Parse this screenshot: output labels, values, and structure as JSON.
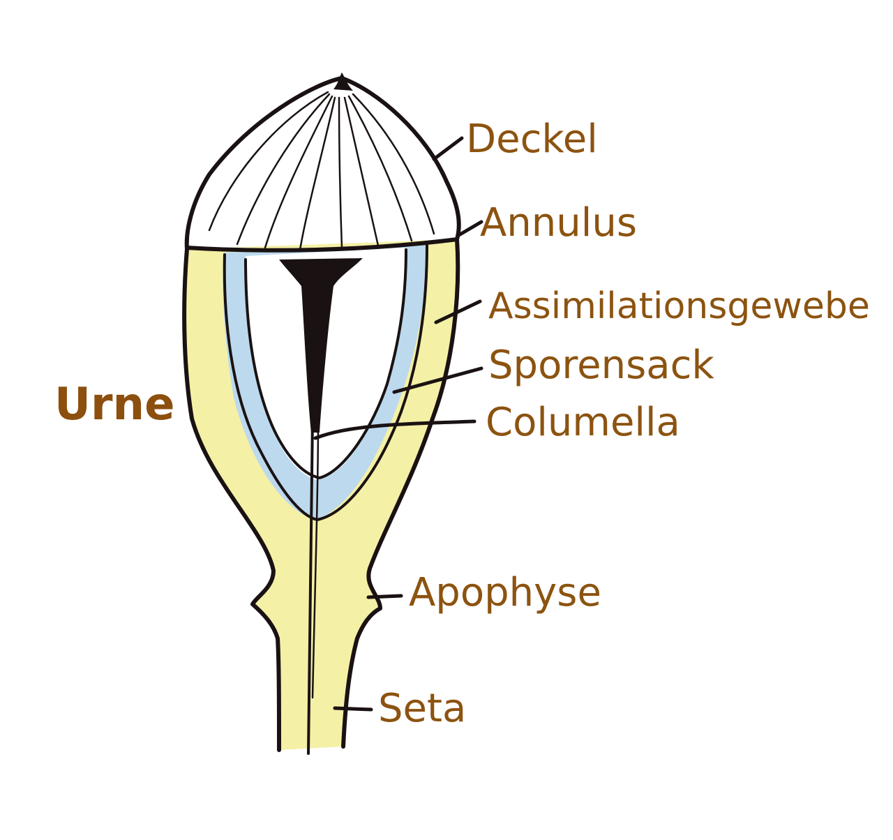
{
  "title": "Urne",
  "labels": {
    "deckel": "Deckel",
    "annulus": "Annulus",
    "assimilationsgewebe": "Assimilationsgewebe",
    "sporensack": "Sporensack",
    "columella": "Columella",
    "apophyse": "Apophyse",
    "seta": "Seta"
  },
  "colors": {
    "label_text": "#8c5310",
    "title_text": "#8c4f0e",
    "outline": "#1a1212",
    "assimilation_tissue": "#f4f0a6",
    "spore_sac": "#bcd9ee"
  }
}
